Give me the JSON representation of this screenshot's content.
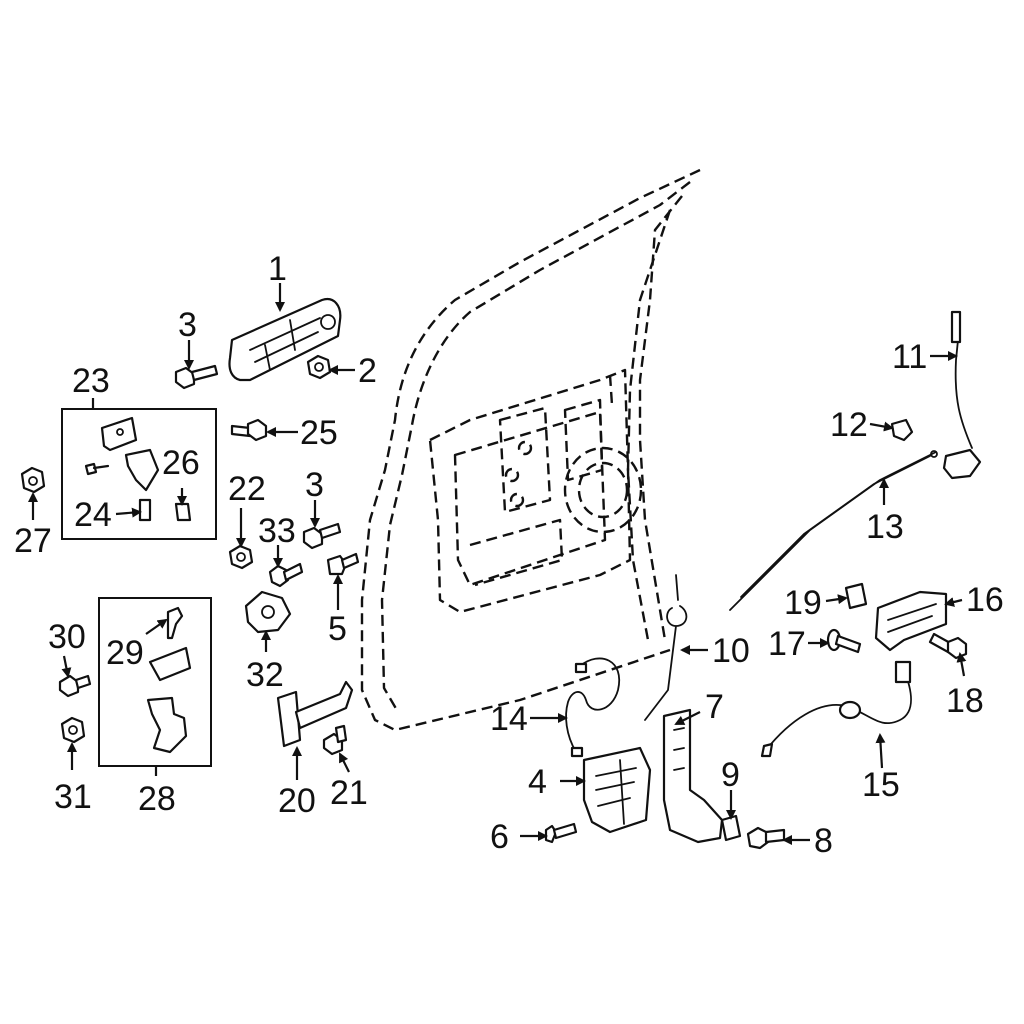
{
  "callouts": [
    {
      "id": "1",
      "text": "1"
    },
    {
      "id": "2",
      "text": "2"
    },
    {
      "id": "3a",
      "text": "3"
    },
    {
      "id": "3b",
      "text": "3"
    },
    {
      "id": "4",
      "text": "4"
    },
    {
      "id": "5",
      "text": "5"
    },
    {
      "id": "6",
      "text": "6"
    },
    {
      "id": "7",
      "text": "7"
    },
    {
      "id": "8",
      "text": "8"
    },
    {
      "id": "9",
      "text": "9"
    },
    {
      "id": "10",
      "text": "10"
    },
    {
      "id": "11",
      "text": "11"
    },
    {
      "id": "12",
      "text": "12"
    },
    {
      "id": "13",
      "text": "13"
    },
    {
      "id": "14",
      "text": "14"
    },
    {
      "id": "15",
      "text": "15"
    },
    {
      "id": "16",
      "text": "16"
    },
    {
      "id": "17",
      "text": "17"
    },
    {
      "id": "18",
      "text": "18"
    },
    {
      "id": "19",
      "text": "19"
    },
    {
      "id": "20",
      "text": "20"
    },
    {
      "id": "21",
      "text": "21"
    },
    {
      "id": "22",
      "text": "22"
    },
    {
      "id": "23",
      "text": "23"
    },
    {
      "id": "24",
      "text": "24"
    },
    {
      "id": "25",
      "text": "25"
    },
    {
      "id": "26",
      "text": "26"
    },
    {
      "id": "27",
      "text": "27"
    },
    {
      "id": "28",
      "text": "28"
    },
    {
      "id": "29",
      "text": "29"
    },
    {
      "id": "30",
      "text": "30"
    },
    {
      "id": "31",
      "text": "31"
    },
    {
      "id": "32",
      "text": "32"
    },
    {
      "id": "33",
      "text": "33"
    }
  ],
  "colors": {
    "ink": "#111111",
    "background": "#ffffff"
  }
}
